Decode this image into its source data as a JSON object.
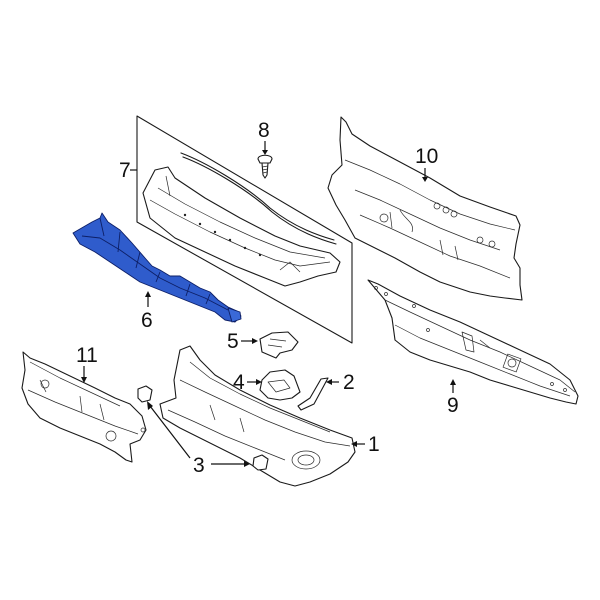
{
  "diagram": {
    "type": "exploded-parts-diagram",
    "subject": "Cowl panel assembly",
    "highlight_color": "#2f5ccc",
    "highlight_outline": "#0d1f66",
    "line_color": "#1a1a1a",
    "background": "#ffffff",
    "highlighted_part": "6"
  },
  "callouts": [
    {
      "id": "1",
      "label": "1"
    },
    {
      "id": "2",
      "label": "2"
    },
    {
      "id": "3",
      "label": "3"
    },
    {
      "id": "4",
      "label": "4"
    },
    {
      "id": "5",
      "label": "5"
    },
    {
      "id": "6",
      "label": "6"
    },
    {
      "id": "7",
      "label": "7"
    },
    {
      "id": "8",
      "label": "8"
    },
    {
      "id": "9",
      "label": "9"
    },
    {
      "id": "10",
      "label": "10"
    },
    {
      "id": "11",
      "label": "11"
    }
  ]
}
